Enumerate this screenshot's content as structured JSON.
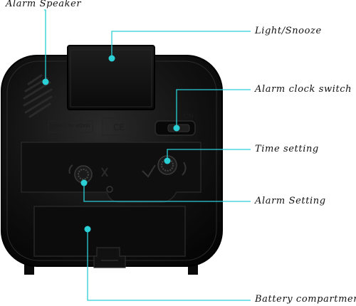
{
  "callouts": {
    "alarm_speaker": "Alarm Speaker",
    "light_snooze": "Light/Snooze",
    "alarm_clock_switch": "Alarm clock switch",
    "time_setting": "Time setting",
    "alarm_setting": "Alarm Setting",
    "battery_compartment": "Battery compartment"
  },
  "embossed": {
    "made_in": "MADE IN CHINA",
    "ce": "CE",
    "off": "OFF",
    "on": "ON"
  },
  "colors": {
    "pointer": "#2ad0d6",
    "body": "#0b0b0b",
    "panel": "#121212"
  }
}
